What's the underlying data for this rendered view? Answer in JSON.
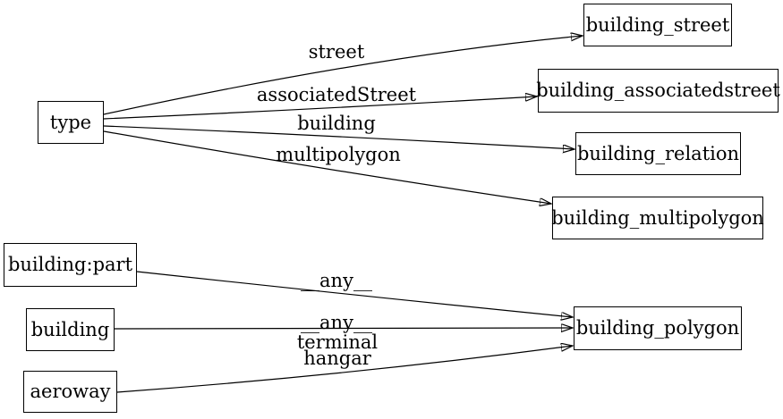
{
  "diagram": {
    "type": "directed-graph",
    "colors": {
      "background": "#ffffff",
      "stroke": "#000000",
      "text": "#000000"
    },
    "nodes": [
      {
        "id": "type",
        "label": "type"
      },
      {
        "id": "building_street",
        "label": "building_street"
      },
      {
        "id": "building_associatedstreet",
        "label": "building_associatedstreet"
      },
      {
        "id": "building_relation",
        "label": "building_relation"
      },
      {
        "id": "building_multipolygon",
        "label": "building_multipolygon"
      },
      {
        "id": "building:part",
        "label": "building:part"
      },
      {
        "id": "building",
        "label": "building"
      },
      {
        "id": "aeroway",
        "label": "aeroway"
      },
      {
        "id": "building_polygon",
        "label": "building_polygon"
      }
    ],
    "edges": [
      {
        "from": "type",
        "to": "building_street",
        "label": "street"
      },
      {
        "from": "type",
        "to": "building_associatedstreet",
        "label": "associatedStreet"
      },
      {
        "from": "type",
        "to": "building_relation",
        "label": "building"
      },
      {
        "from": "type",
        "to": "building_multipolygon",
        "label": "multipolygon"
      },
      {
        "from": "building:part",
        "to": "building_polygon",
        "label": "__any__"
      },
      {
        "from": "building",
        "to": "building_polygon",
        "label": "__any__"
      },
      {
        "from": "aeroway",
        "to": "building_polygon",
        "label": "terminal\nhangar"
      }
    ]
  }
}
